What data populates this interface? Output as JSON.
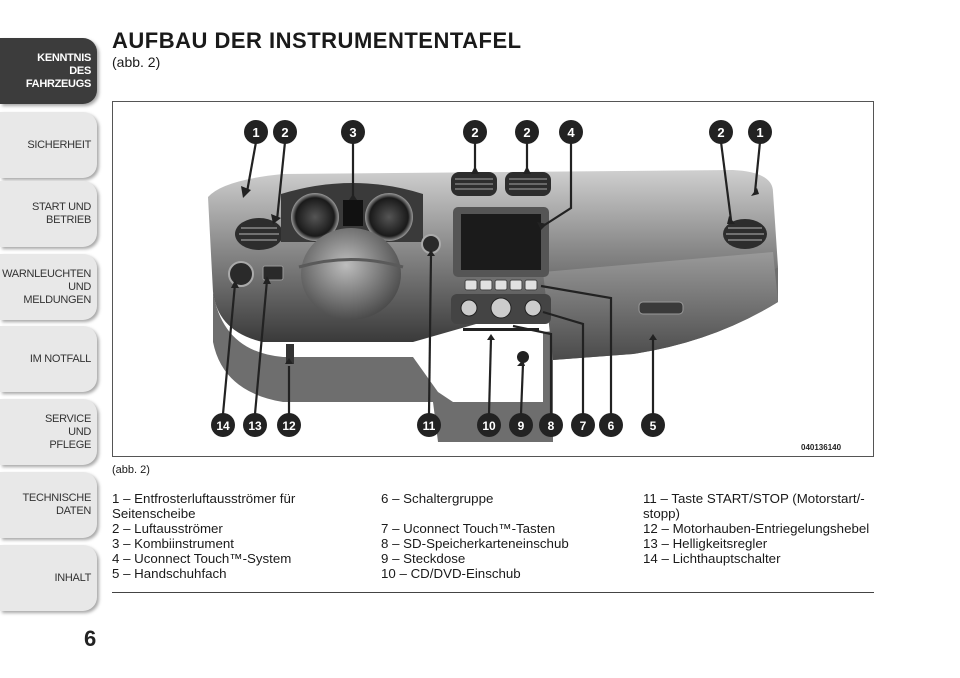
{
  "sidebar": {
    "tabs": [
      {
        "label": "KENNTNIS\nDES\nFAHRZEUGS",
        "active": true
      },
      {
        "label": "SICHERHEIT",
        "active": false
      },
      {
        "label": "START UND\nBETRIEB",
        "active": false
      },
      {
        "label": "WARNLEUCHTEN\nUND\nMELDUNGEN",
        "active": false
      },
      {
        "label": "IM NOTFALL",
        "active": false
      },
      {
        "label": "SERVICE\nUND\nPFLEGE",
        "active": false
      },
      {
        "label": "TECHNISCHE\nDATEN",
        "active": false
      },
      {
        "label": "INHALT",
        "active": false
      }
    ]
  },
  "page": {
    "title": "AUFBAU DER INSTRUMENTENTAFEL",
    "subtitle": "(abb. 2)",
    "figure_caption": "(abb. 2)",
    "figure_code": "040136140",
    "page_number": "6"
  },
  "callouts_top": [
    "1",
    "2",
    "3",
    "2",
    "2",
    "4",
    "2",
    "1"
  ],
  "callouts_bottom": [
    "14",
    "13",
    "12",
    "11",
    "10",
    "9",
    "8",
    "7",
    "6",
    "5"
  ],
  "legend": {
    "col1": [
      "1 – Entfrosterluftausströmer für",
      "Seitenscheibe",
      "2 – Luftausströmer",
      "3 – Kombiinstrument",
      "4 – Uconnect Touch™-System",
      "5 – Handschuhfach"
    ],
    "col2": [
      "6 – Schaltergruppe",
      "",
      "7 – Uconnect Touch™-Tasten",
      "8 – SD-Speicherkarteneinschub",
      "9 – Steckdose",
      "10 – CD/DVD-Einschub"
    ],
    "col3": [
      "11 – Taste START/STOP (Motorstart/-",
      "stopp)",
      "12 – Motorhauben-Entriegelungshebel",
      "13 – Helligkeitsregler",
      "14 – Lichthauptschalter",
      ""
    ]
  }
}
